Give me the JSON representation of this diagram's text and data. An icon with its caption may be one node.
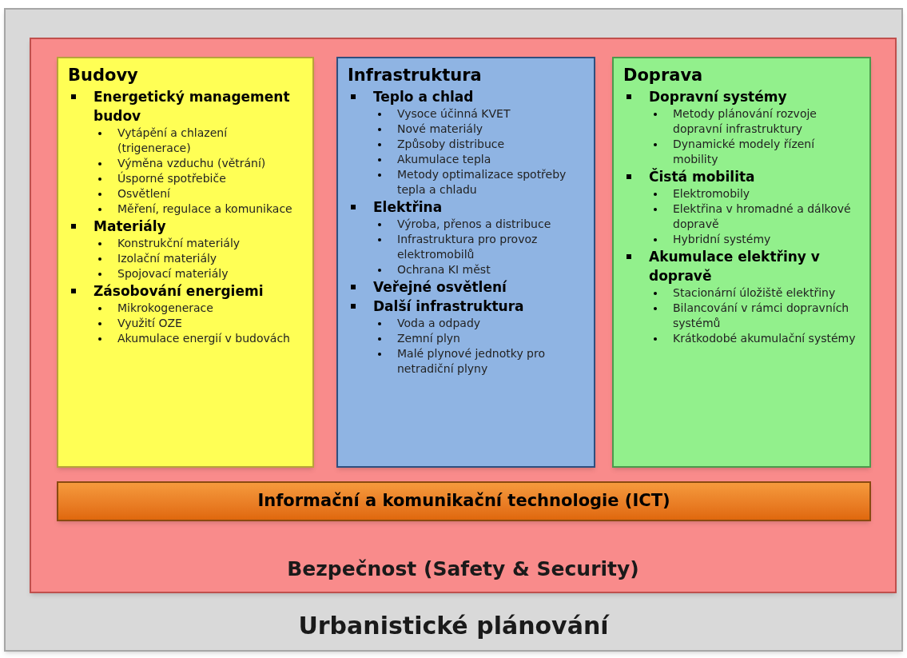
{
  "diagram": {
    "nodes": [
      {
        "text": [
          "Urbanistické plánování"
        ]
      },
      {
        "text": [
          "Bezpečnost (Safety & Security)"
        ],
        "in": 0
      },
      {
        "text": [
          "Budovy",
          "Energetický management budov",
          "Vytápění a chlazení (trigenerace)",
          "Výměna vzduchu (větrání)",
          "Úsporné spotřebiče",
          "Osvětlení",
          "Měření, regulace a komunikace",
          "Materiály",
          "Konstrukční materiály",
          "Izolační materiály",
          "Spojovací materiály",
          "Zásobování energiemi",
          "Mikrokogenerace",
          "Využití OZE",
          "Akumulace energií v budovách"
        ],
        "in": 1
      },
      {
        "text": [
          "Infrastruktura",
          "Teplo a chlad",
          "Vysoce účinná KVET",
          "Nové materiály",
          "Způsoby distribuce",
          "Akumulace tepla",
          "Metody optimalizace spotřeby tepla a chladu",
          "Elektřina",
          "Výroba, přenos a distribuce",
          "Infrastruktura pro provoz elektromobilů",
          "Ochrana KI měst",
          "Veřejné osvětlení",
          "Další infrastruktura",
          "Voda a odpady",
          "Zemní plyn",
          "Malé plynové jednotky pro netradiční plyny"
        ],
        "in": 1
      },
      {
        "text": [
          "Doprava",
          "Dopravní systémy",
          "Metody plánování rozvoje dopravní infrastruktury",
          "Dynamické modely řízení mobility",
          "Čistá mobilita",
          "Elektromobily",
          "Elektřina v hromadné a dálkové dopravě",
          "Hybridní systémy",
          "Akumulace elektřiny v dopravě",
          "Stacionární úložiště elektřiny",
          "Bilancování v rámci dopravních systémů",
          "Krátkodobé akumulační systémy"
        ],
        "in": 1
      },
      {
        "text": [
          "Informační a komunikační technologie (ICT)"
        ],
        "in": 1
      }
    ]
  }
}
